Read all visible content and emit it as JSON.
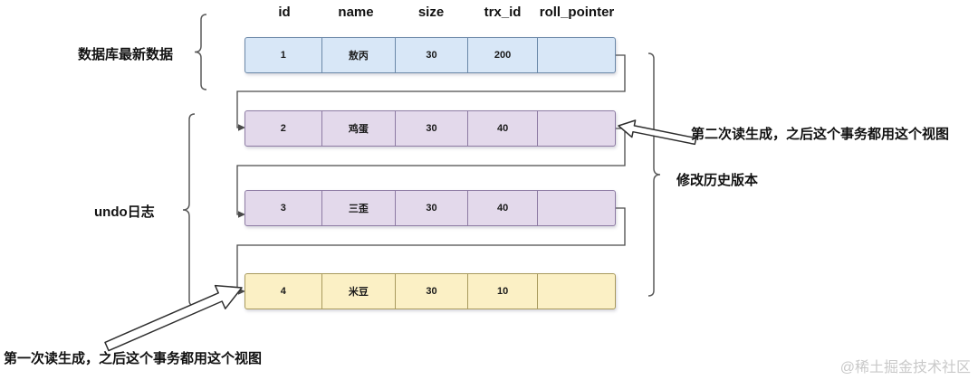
{
  "table": {
    "columns": [
      "id",
      "name",
      "size",
      "trx_id",
      "roll_pointer"
    ],
    "rows": [
      {
        "kind": "latest-data-row",
        "cells": [
          "1",
          "敖丙",
          "30",
          "200",
          ""
        ]
      },
      {
        "kind": "undo-row-1",
        "cells": [
          "2",
          "鸡蛋",
          "30",
          "40",
          ""
        ]
      },
      {
        "kind": "undo-row-2",
        "cells": [
          "3",
          "三歪",
          "30",
          "40",
          ""
        ]
      },
      {
        "kind": "oldest-undo-row",
        "cells": [
          "4",
          "米豆",
          "30",
          "10",
          ""
        ]
      }
    ]
  },
  "labels": {
    "latest_data": "数据库最新数据",
    "undo_log": "undo日志",
    "history_versions": "修改历史版本",
    "second_read": "第二次读生成，之后这个事务都用这个视图",
    "first_read": "第一次读生成，之后这个事务都用这个视图",
    "watermark": "@稀土掘金技术社区"
  },
  "colors": {
    "latest_fill": "#d8e7f7",
    "latest_border": "#6b88a8",
    "undo_fill": "#e3d9eb",
    "undo_border": "#8d7ba3",
    "oldest_fill": "#fbf0c5",
    "oldest_border": "#a89a5e",
    "connector": "#4a4a4a",
    "watermark": "#c9c9c9"
  }
}
